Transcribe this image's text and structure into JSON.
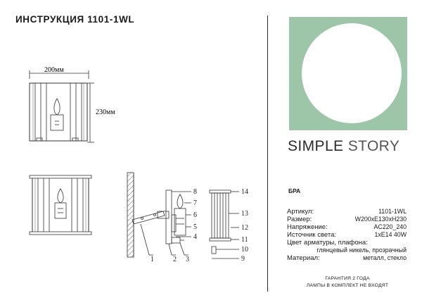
{
  "header": {
    "title": "ИНСТРУКЦИЯ 1101-1WL"
  },
  "dimensions": {
    "width": "200мм",
    "height": "230мм"
  },
  "brand": {
    "word1": "SIMPLE",
    "word2": "STORY"
  },
  "product": {
    "type": "БРА"
  },
  "specs": [
    {
      "label": "Артикул:",
      "value": "1101-1WL"
    },
    {
      "label": "Размер:",
      "value": "W200xE130xH230"
    },
    {
      "label": "Напряжение:",
      "value": "AC220_240"
    },
    {
      "label": "Источник света:",
      "value": "1xE14 40W"
    }
  ],
  "specs_color": {
    "label": "Цвет арматуры, плафона:",
    "value": "глянцевый никель, прозрачный"
  },
  "specs_material": {
    "label": "Материал:",
    "value": "металл, стекло"
  },
  "footer": {
    "line1": "ГАРАНТИЯ 2 ГОДА",
    "line2": "ЛАМПЫ В КОМПЛЕКТ НЕ ВХОДЯТ"
  },
  "parts": [
    "1",
    "2",
    "3",
    "4",
    "5",
    "6",
    "7",
    "8",
    "9",
    "10",
    "11",
    "12",
    "13",
    "14"
  ],
  "colors": {
    "logo_bg": "#9cc6a7",
    "line": "#2a2a2a"
  }
}
